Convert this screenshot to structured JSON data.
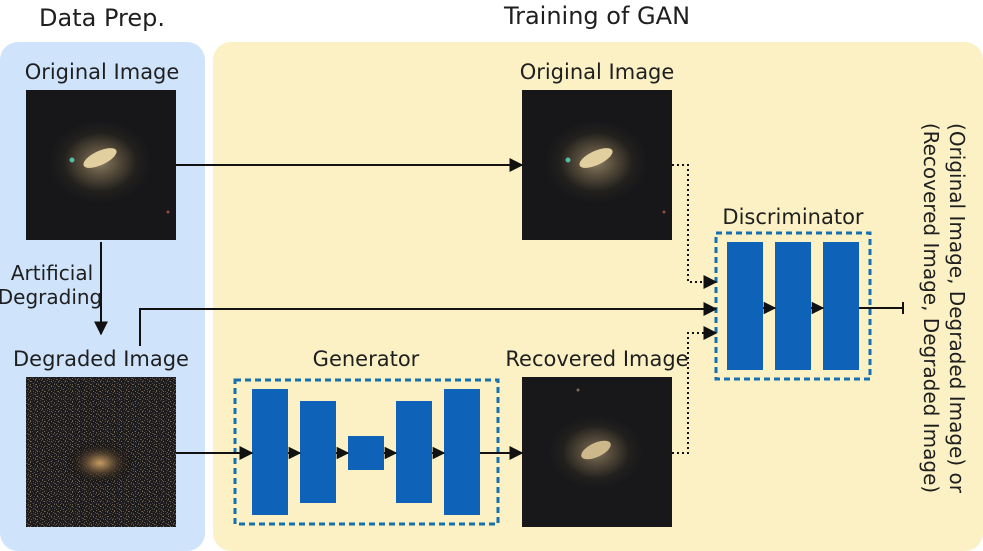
{
  "headings": {
    "data_prep": "Data Prep.",
    "training": "Training of GAN"
  },
  "labels": {
    "original_left": "Original Image",
    "original_right": "Original Image",
    "artificial": "Artificial",
    "degrading": "Degrading",
    "degraded": "Degraded Image",
    "generator": "Generator",
    "recovered": "Recovered Image",
    "discriminator": "Discriminator",
    "output_line1": "(Original Image, Degraded Image) or",
    "output_line2": "(Recovered Image, Degraded Image)"
  },
  "colors": {
    "prep_panel": "#cfe3fb",
    "train_panel": "#fbf1c4",
    "block": "#0e63b8",
    "dashed_box": "#1670b0",
    "arrow": "#111111"
  }
}
